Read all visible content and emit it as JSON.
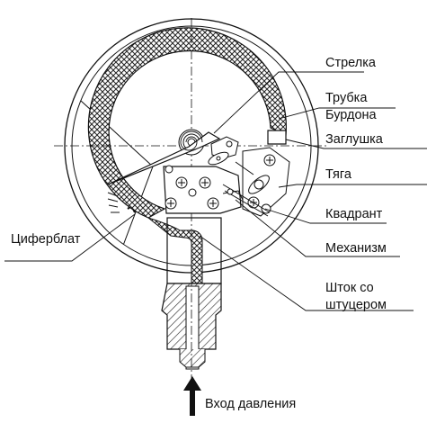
{
  "diagram": {
    "labels": {
      "pointer": "Стрелка",
      "bourdon_tube_line1": "Трубка",
      "bourdon_tube_line2": "Бурдона",
      "plug": "Заглушка",
      "link": "Тяга",
      "quadrant": "Квадрант",
      "dial": "Циферблат",
      "movement": "Механизм",
      "stem_line1": "Шток со",
      "stem_line2": "штуцером",
      "pressure_inlet": "Вход давления"
    },
    "colors": {
      "line": "#111111",
      "background": "#ffffff",
      "hatch": "#222222"
    }
  }
}
